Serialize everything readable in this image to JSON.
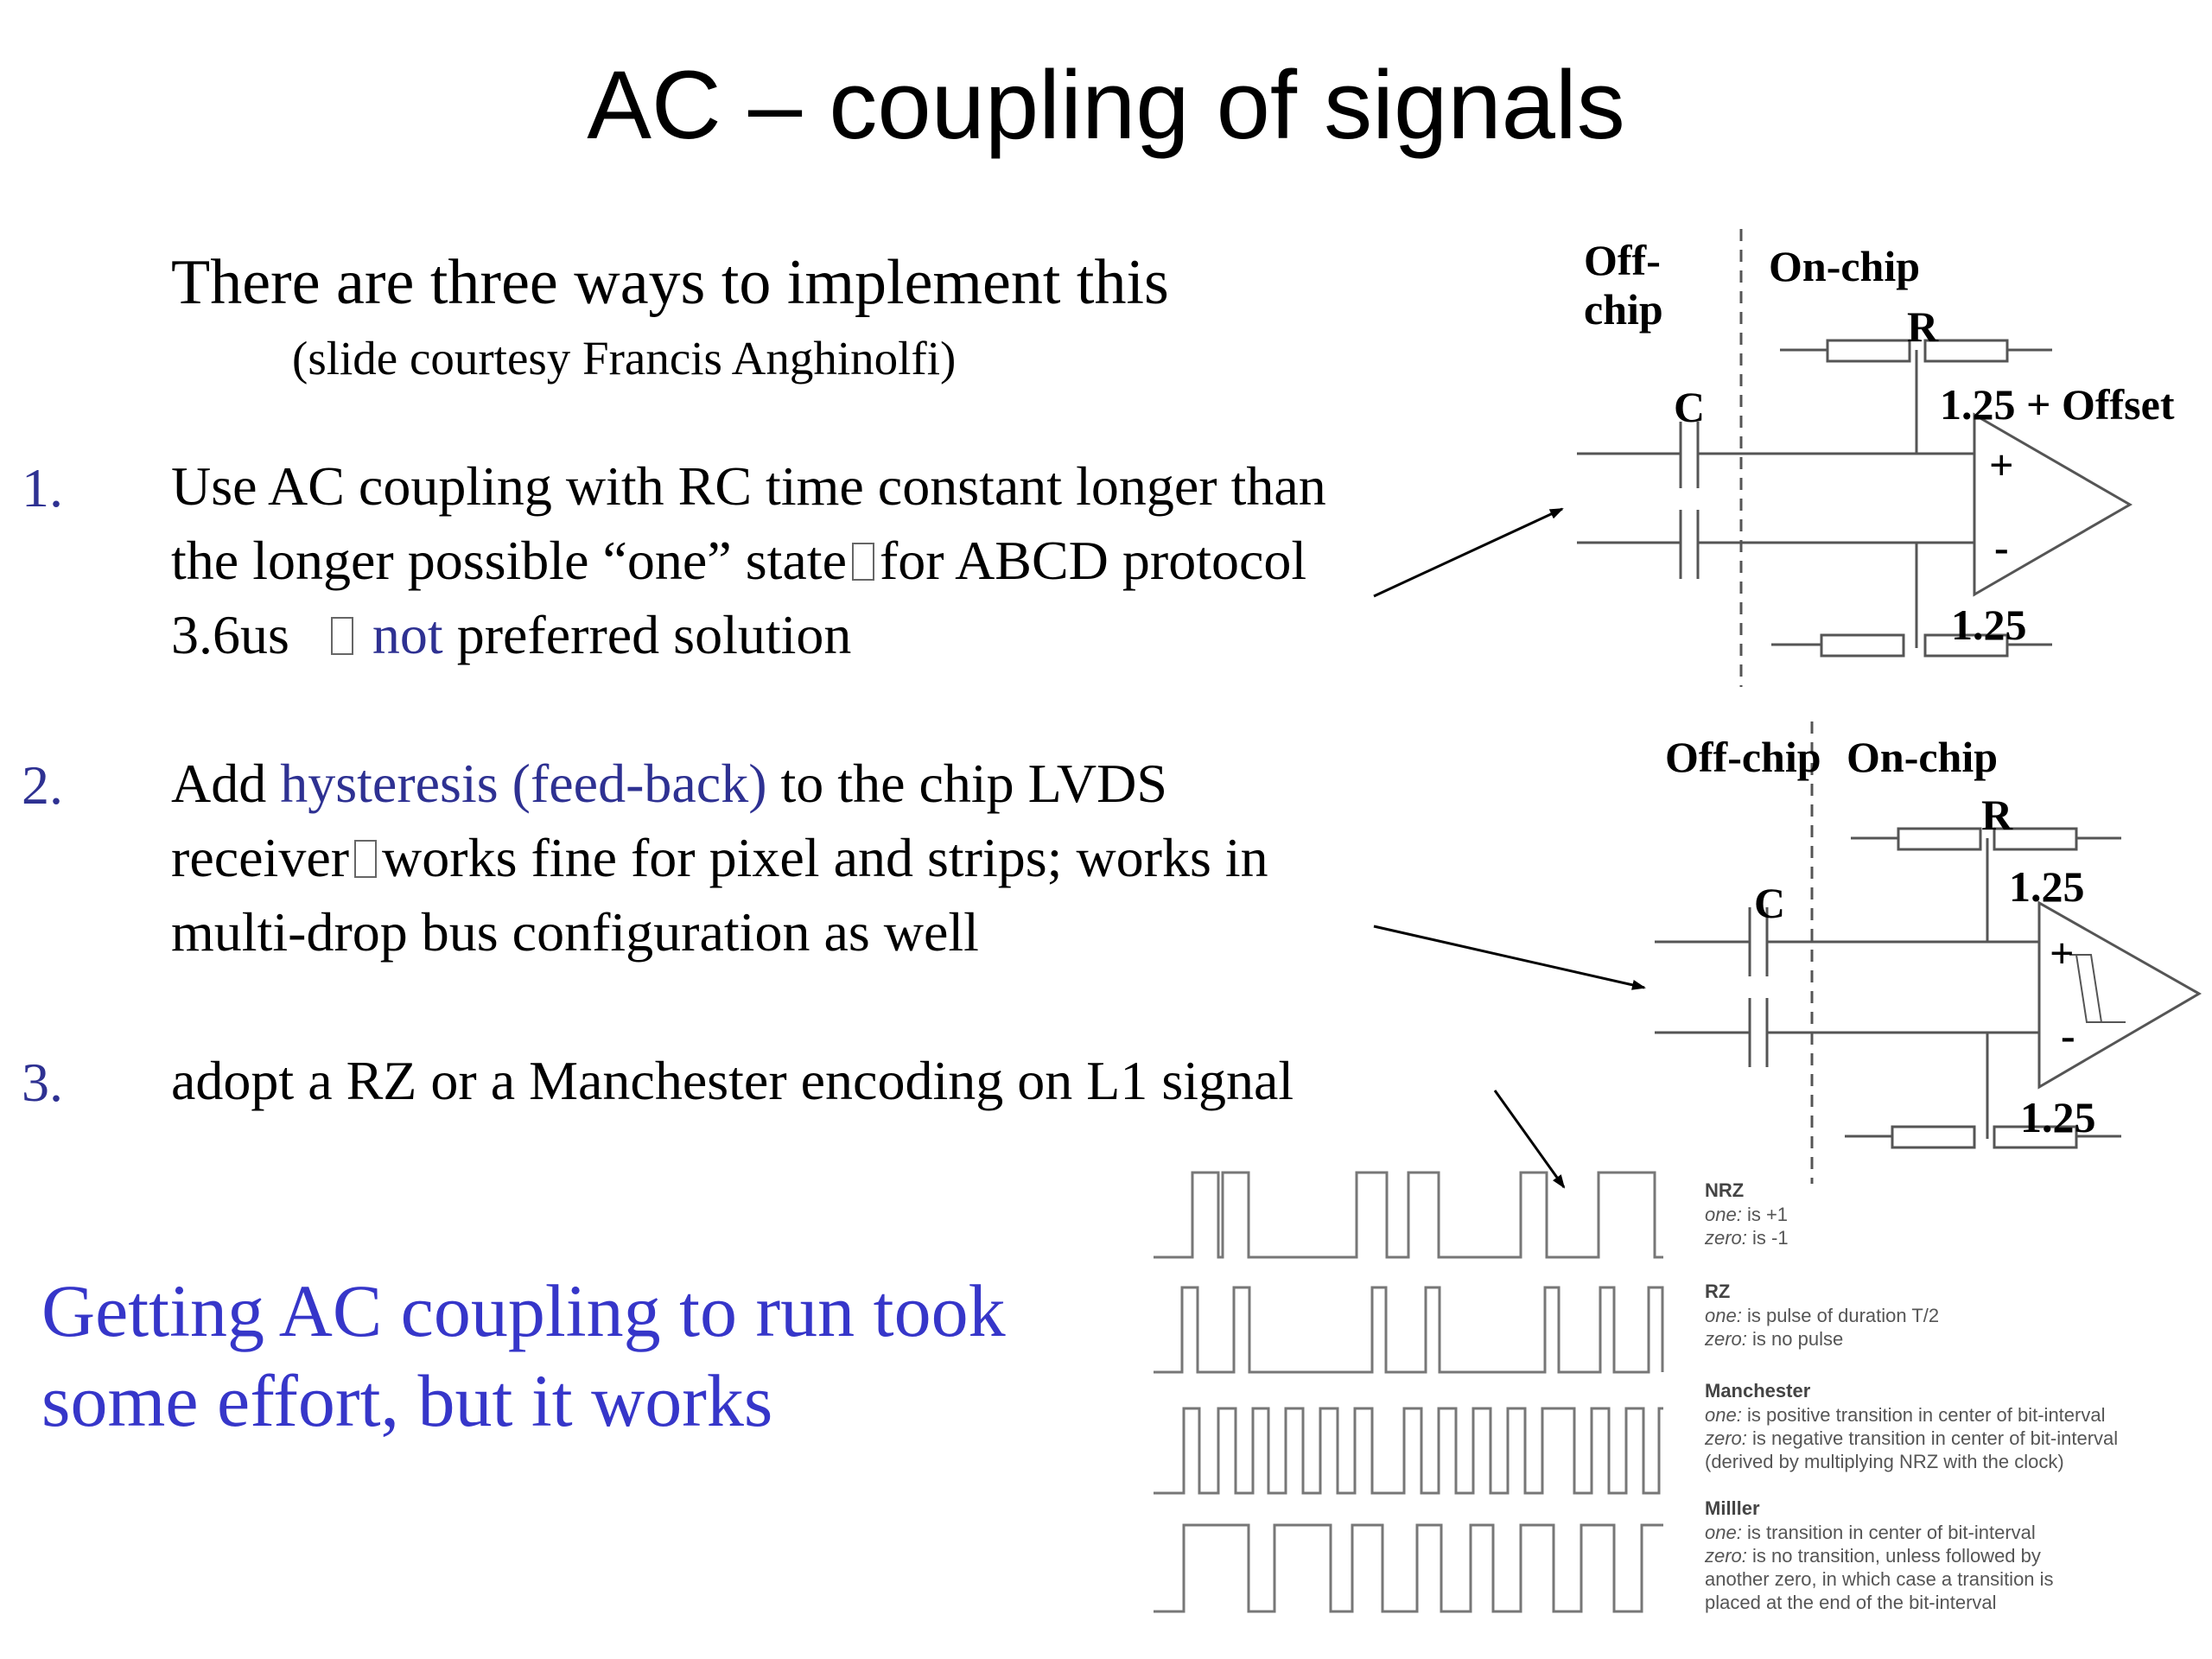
{
  "title": "AC – coupling of signals",
  "intro": "There are three ways to implement this",
  "credit": "(slide courtesy Francis Anghinolfi)",
  "items": [
    {
      "number": "1.",
      "line1": "Use AC coupling with RC time constant longer than",
      "line2a": "the longer possible “one” state",
      "line2b": "for ABCD protocol",
      "line3a": "3.6us",
      "line3b": "not",
      "line3c": "preferred solution"
    },
    {
      "number": "2.",
      "line1a": "Add",
      "line1b": "hysteresis (feed-back)",
      "line1c": "to the chip LVDS",
      "line2a": "receiver",
      "line2b": "works fine for pixel and strips; works in",
      "line3": "multi-drop bus configuration as well"
    },
    {
      "number": "3.",
      "line1": "adopt a RZ or a Manchester encoding on L1 signal"
    }
  ],
  "conclusion": {
    "line1": "Getting AC coupling to run took",
    "line2": "some effort, but it works"
  },
  "diagram1": {
    "off_chip_line1": "Off-",
    "off_chip_line2": "chip",
    "on_chip": "On-chip",
    "cap": "C",
    "res": "R",
    "plus_ref": "1.25 + Offset",
    "minus_ref": "1.25",
    "plus": "+",
    "minus": "-"
  },
  "diagram2": {
    "off_chip": "Off-chip",
    "on_chip": "On-chip",
    "cap": "C",
    "res": "R",
    "plus_ref": "1.25",
    "minus_ref": "1.25",
    "plus": "+",
    "minus": "-"
  },
  "encodings": [
    {
      "name": "NRZ",
      "lines": [
        [
          "one:",
          "is +1"
        ],
        [
          "zero:",
          "is -1"
        ]
      ]
    },
    {
      "name": "RZ",
      "lines": [
        [
          "one:",
          "is pulse of duration T/2"
        ],
        [
          "zero:",
          "is no pulse"
        ]
      ]
    },
    {
      "name": "Manchester",
      "lines": [
        [
          "one:",
          "is positive  transition in center of bit-interval"
        ],
        [
          "zero:",
          "is negative transition in center of bit-interval"
        ],
        [
          "",
          "(derived by multiplying NRZ with the clock)"
        ]
      ]
    },
    {
      "name": "Milller",
      "lines": [
        [
          "one:",
          "is transition in center of bit-interval"
        ],
        [
          "zero:",
          "is no transition, unless followed by"
        ],
        [
          "",
          "another zero, in which case a transition is"
        ],
        [
          "",
          "placed at the end of the bit-interval"
        ]
      ]
    }
  ],
  "colors": {
    "text": "#000000",
    "number_blue": "#2e3192",
    "conclusion_blue": "#3636c9",
    "diagram_line": "#555555"
  }
}
